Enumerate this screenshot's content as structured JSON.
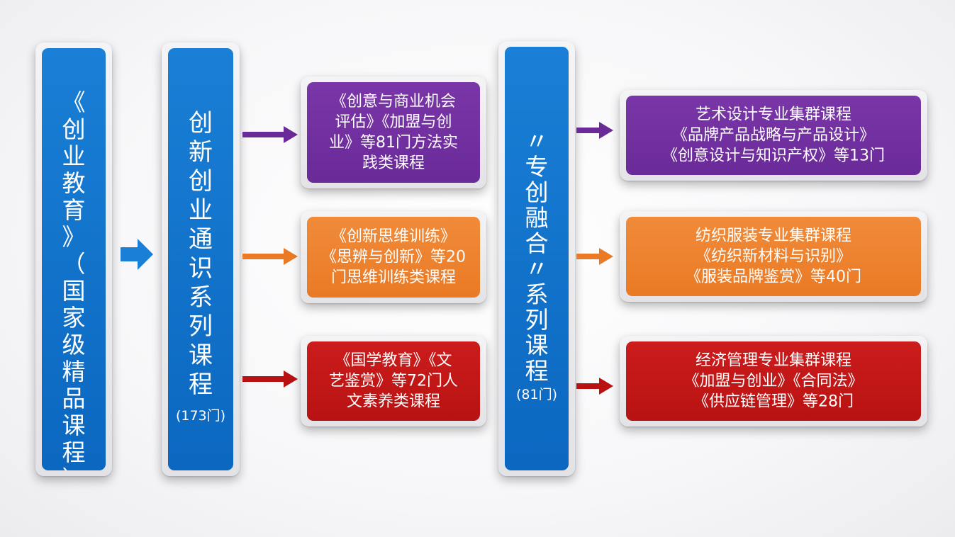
{
  "column1": {
    "chars": [
      "《",
      "创",
      "业",
      "教",
      "育",
      "》",
      "（",
      "国",
      "家",
      "级",
      "精",
      "品",
      "课",
      "程",
      "）"
    ]
  },
  "column2": {
    "chars": [
      "创",
      "新",
      "创",
      "业",
      "通",
      "识",
      "系",
      "列",
      "课",
      "程"
    ],
    "count": "(173门)"
  },
  "column3": {
    "chars": [
      "〃",
      "专",
      "创",
      "融",
      "合",
      "〃",
      "系",
      "列",
      "课",
      "程"
    ],
    "count": "(81门)"
  },
  "middle_boxes": [
    {
      "lines": [
        "《创意与商业机会",
        "评估》《加盟与创",
        "业》等81门方法实",
        "践类课程"
      ],
      "color": "#6a2a98"
    },
    {
      "lines": [
        "《创新思维训练》",
        "《思辨与创新》等20",
        "门思维训练类课程"
      ],
      "color": "#ea7a25"
    },
    {
      "lines": [
        "《国学教育》《文",
        "艺鉴赏》等72门人",
        "文素养类课程"
      ],
      "color": "#b81212"
    }
  ],
  "right_boxes": [
    {
      "lines": [
        "艺术设计专业集群课程",
        "《品牌产品战略与产品设计》",
        "《创意设计与知识产权》等13门"
      ],
      "color": "#6a2a98"
    },
    {
      "lines": [
        "纺织服装专业集群课程",
        "《纺织新材料与识别》",
        "《服装品牌鉴赏》等40门"
      ],
      "color": "#ea7a25"
    },
    {
      "lines": [
        "经济管理专业集群课程",
        "《加盟与创业》《合同法》",
        "《供应链管理》等28门"
      ],
      "color": "#b81212"
    }
  ],
  "colors": {
    "blue": "#0b67c0",
    "purple": "#6a2a98",
    "orange": "#ea7a25",
    "red": "#b81212"
  }
}
